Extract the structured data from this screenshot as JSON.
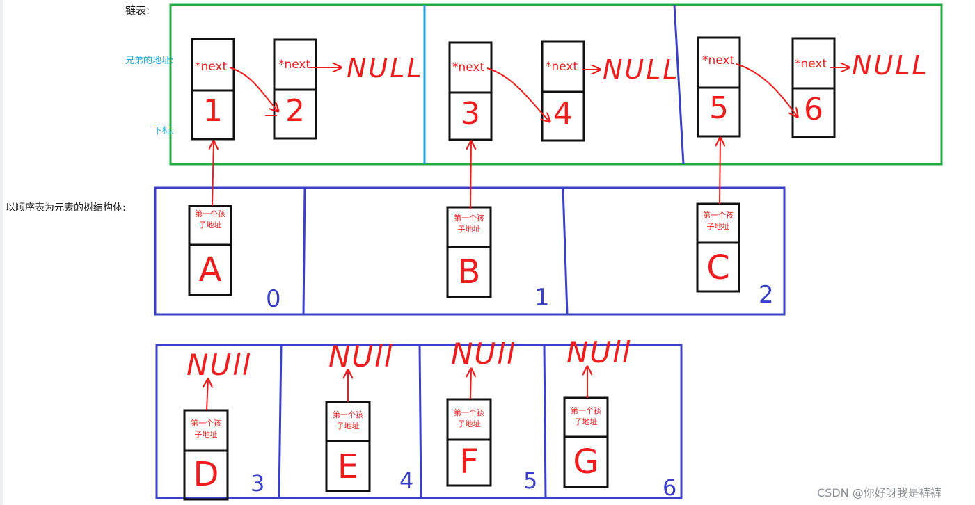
{
  "labels": {
    "linked_list": "链表:",
    "sibling_address": "兄弟的地址:",
    "index": "下标:",
    "tree_structure": "以顺序表为元素的树结构体:"
  },
  "pointer_text": "*next",
  "null_text": "NULL",
  "null_text_lower": "NUll",
  "first_child": "第一个孩子地址",
  "list_nodes": [
    "1",
    "2",
    "3",
    "4",
    "5",
    "6"
  ],
  "tree_nodes": [
    "A",
    "B",
    "C"
  ],
  "tree_indices": [
    "0",
    "1",
    "2"
  ],
  "leaf_nodes": [
    "D",
    "E",
    "F",
    "G"
  ],
  "leaf_indices": [
    "3",
    "4",
    "5",
    "6"
  ],
  "watermark": "CSDN @你好呀我是裤裤",
  "colors": {
    "green_frame": "#22aa44",
    "blue_frame": "#3b40c8",
    "cyan_divider": "#1ea0d8",
    "cyan_label": "#1ca7e0",
    "red": "#ee1c1c",
    "black": "#111111"
  }
}
